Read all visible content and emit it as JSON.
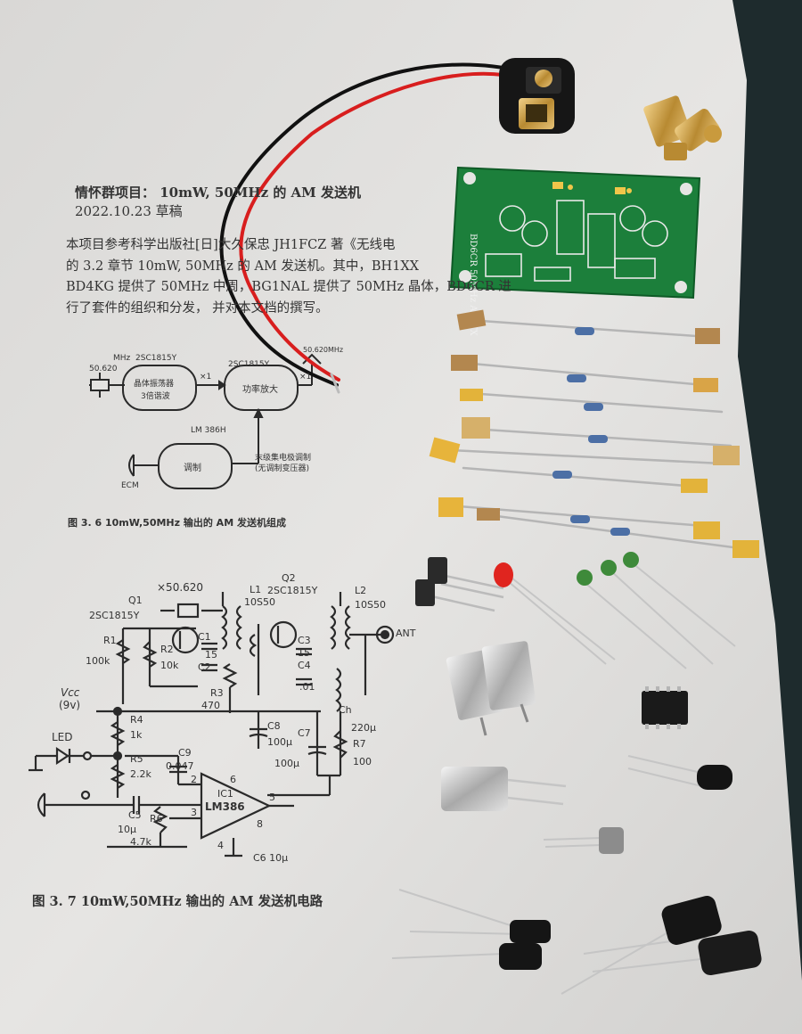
{
  "header": {
    "title": "情怀群项目： 10mW, 50MHz 的 AM 发送机",
    "date": "2022.10.23 草稿"
  },
  "intro_lines": [
    "本项目参考科学出版社[日]大久保忠 JH1FCZ 著《无线电",
    "的 3.2 章节 10mW, 50MHz 的 AM 发送机。其中，BH1XX",
    "BD4KG 提供了 50MHz 中周，BG1NAL 提供了 50MHz 晶体，BD6CR 进",
    "行了套件的组织和分发，   并对本文档的撰写。"
  ],
  "block_diagram": {
    "freq_in": "MHz",
    "freq_val": "50.620",
    "q1": "2SC1815Y",
    "q2": "2SC1815Y",
    "osc": "晶体振荡器",
    "osc2": "3倍谐波",
    "amp": "功率放大",
    "x1a": "×1",
    "x1b": "×1",
    "freq_out": "50.620MHz",
    "ic": "LM 386H",
    "mod": "调制",
    "coll": "末级集电极调制",
    "coll2": "(无调制变压器)",
    "ecm": "ECM",
    "caption": "图 3. 6    10mW,50MHz 输出的 AM 发送机组成"
  },
  "schematic": {
    "xtal": "×50.620",
    "q1": "Q1",
    "q1_part": "2SC1815Y",
    "l1": "L1",
    "l1_part": "10S50",
    "q2": "Q2",
    "q2_part": "2SC1815Y",
    "l2": "L2",
    "l2_part": "10S50",
    "ant": "ANT",
    "r1": "R1",
    "r1_val": "100k",
    "r2": "R2",
    "r2_val": "10k",
    "c1": "C1",
    "c1_val": "15",
    "c2": "C2",
    "c3": "C3",
    "c3_val": "15",
    "c4": "C4",
    "c4_val": ".01",
    "r3": "R3",
    "r3_val": "470",
    "vcc": "Vcc",
    "vcc_val": "(9v)",
    "r4": "R4",
    "r4_val": "1k",
    "c8": "C8",
    "c8_val": "100μ",
    "c7": "C7",
    "c7_val": "100μ",
    "ch": "Ch",
    "ch_val": "220μ",
    "r7": "R7",
    "r7_val": "100",
    "led": "LED",
    "c9": "C9",
    "c9_val": "0.047",
    "r5": "R5",
    "r5_val": "2.2k",
    "ic1": "IC1",
    "lm": "LM386",
    "c5": "C5",
    "c5_val": "10μ",
    "r6": "R6",
    "r6_val": "4.7k",
    "c6": "C6 10μ",
    "pins": [
      "6",
      "2",
      "3",
      "5",
      "4",
      "8"
    ],
    "caption": "图 3. 7    10mW,50MHz 输出的 AM 发送机电路"
  },
  "pcb_text": "BD6CR 50MHz AM TX"
}
